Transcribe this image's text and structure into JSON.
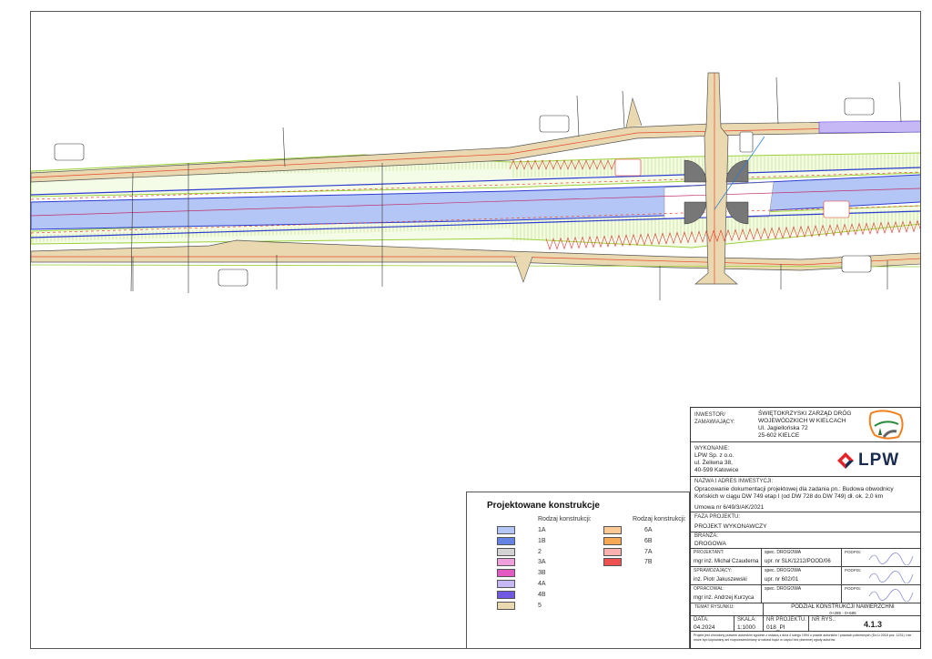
{
  "title_block": {
    "investor_label": "INWESTOR/ ZAMAWIAJĄCY:",
    "investor_lines": [
      "ŚWIĘTOKRZYSKI ZARZĄD DRÓG",
      "WOJEWÓDZKICH W KIELCACH",
      "Ul. Jagiellońska 72",
      "25-602 KIELCE"
    ],
    "contractor_label": "WYKONANIE:",
    "contractor_lines": [
      "LPW Sp. z o.o.",
      "ul. Żeliwna 38,",
      "40-599 Katowice"
    ],
    "contractor_logo": "LPW",
    "investment_label": "NAZWA I ADRES INWESTYCJI:",
    "investment_lines": [
      "Opracowanie dokumentacji projektowej dla zadania pn.: Budowa obwodnicy",
      "Końskich w ciągu DW 749 etap I (od DW 728 do DW 749) dł. ok. 2,0 km"
    ],
    "contract": "Umowa nr 6/49/3/AK/2021",
    "phase_label": "FAZA PROJEKTU:",
    "phase": "PROJEKT WYKONAWCZY",
    "branch_label": "BRANŻA:",
    "branch": "DROGOWA",
    "people": [
      {
        "role": "PROJEKTANT:",
        "name": "mgr inż. Michał Czauderna",
        "spec": "spec. DROGOWA",
        "perm": "upr. nr SLK/1212/POOD/06",
        "sign": "PODPIS:"
      },
      {
        "role": "SPRAWDZAJĄCY:",
        "name": "inż. Piotr Jakuszewski",
        "spec": "spec. DROGOWA",
        "perm": "upr. nr 602/01",
        "sign": "PODPIS:"
      },
      {
        "role": "OPRACOWAŁ:",
        "name": "mgr inż. Andrzej Kurzyca",
        "spec": "spec. DROGOWA",
        "perm": "",
        "sign": "PODPIS:"
      }
    ],
    "topic_label": "TEMAT RYSUNKU:",
    "topic": "PODZIAŁ KONSTRUKCJI NAWIERZCHNI",
    "topic_range": "0+285 - 0+685",
    "date_label": "DATA:",
    "date": "04.2024",
    "scale_label": "SKALA:",
    "scale": "1:1000",
    "project_no_label": "NR PROJEKTU:",
    "project_no": "018_PI",
    "drawing_no_label": "NR RYS.:",
    "drawing_no": "4.1.3",
    "copyright": "Projekt jest chroniony prawem autorskim zgodnie z ustawą z dnia 4 lutego 1994 o prawie autorskim i prawach pokrewnych (Dz.U.2018 poz. 1231) i nie może być kopiowany ani rozpowszechniany w całości bądź w części bez pisemnej zgody autorów."
  },
  "legend": {
    "title": "Projektowane konstrukcje",
    "col_header": "Rodzaj konstrukcji:",
    "items_left": [
      {
        "code": "1A",
        "color": "#b4c6f5"
      },
      {
        "code": "1B",
        "color": "#4c6fe0"
      },
      {
        "code": "2",
        "color": "#d3d3d3"
      },
      {
        "code": "3A",
        "color": "#ee9fdc"
      },
      {
        "code": "3B",
        "color": "#e040b8"
      },
      {
        "code": "4A",
        "color": "#c6b8f5"
      },
      {
        "code": "4B",
        "color": "#5a3fe0"
      },
      {
        "code": "5",
        "color": "#ead9b0"
      }
    ],
    "items_right": [
      {
        "code": "6A",
        "color": "#fcc994"
      },
      {
        "code": "6B",
        "color": "#f59a3a"
      },
      {
        "code": "7A",
        "color": "#fbb0b0"
      },
      {
        "code": "7B",
        "color": "#ea3535"
      }
    ]
  }
}
